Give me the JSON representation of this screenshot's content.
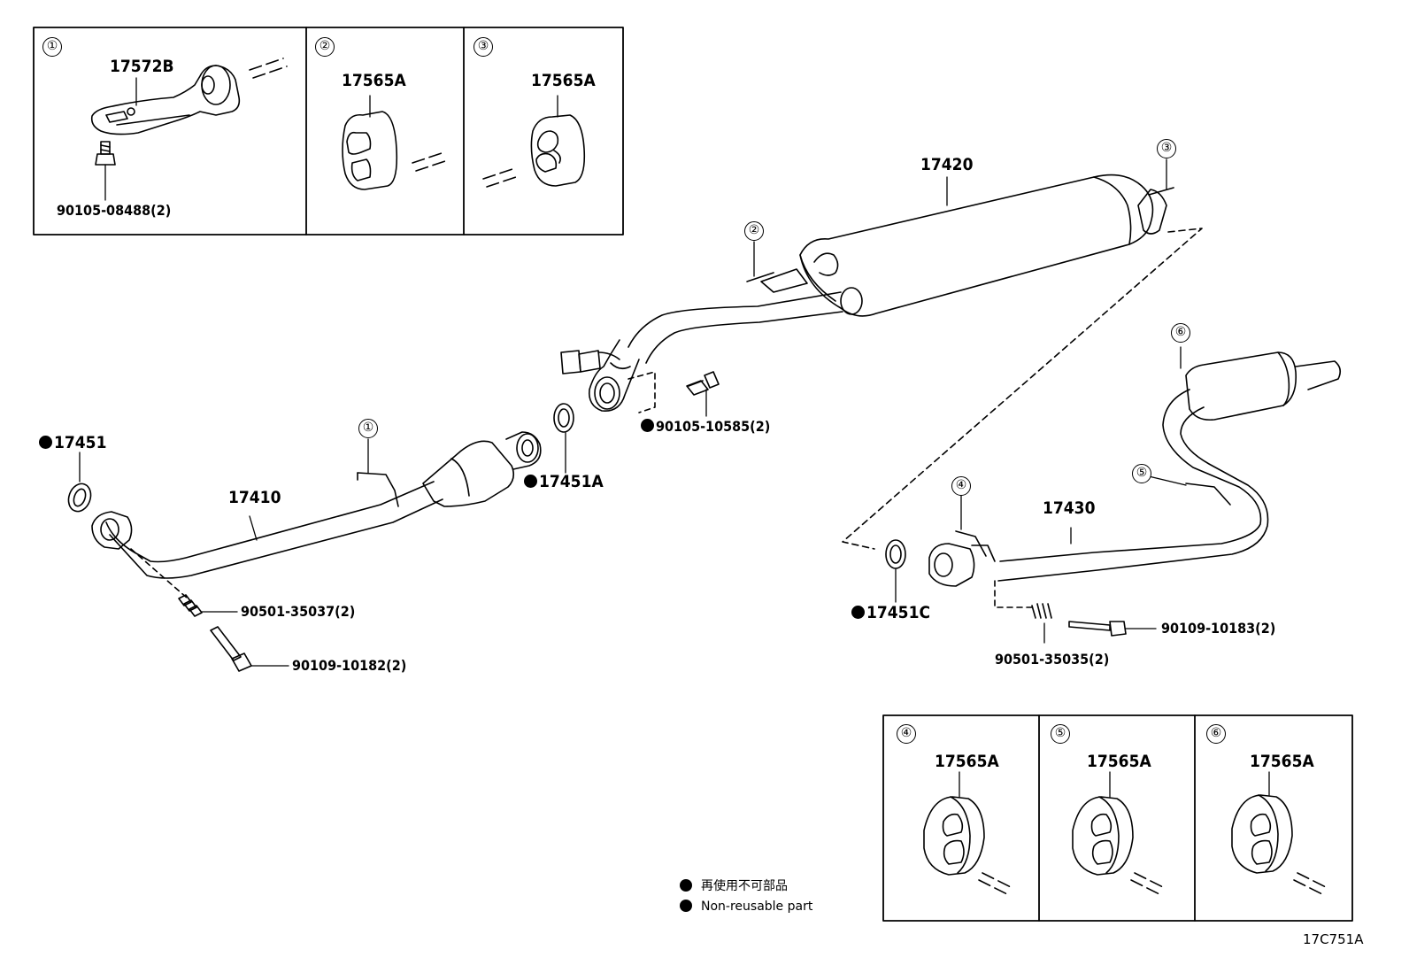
{
  "detail_boxes_top": [
    {
      "callout": "①",
      "part": "17572B",
      "sub": "90105-08488(2)"
    },
    {
      "callout": "②",
      "part": "17565A"
    },
    {
      "callout": "③",
      "part": "17565A"
    }
  ],
  "detail_boxes_bottom": [
    {
      "callout": "④",
      "part": "17565A"
    },
    {
      "callout": "⑤",
      "part": "17565A"
    },
    {
      "callout": "⑥",
      "part": "17565A"
    }
  ],
  "main": {
    "muffler_part": "17420",
    "front_pipe_part": "17410",
    "tail_pipe_part": "17430",
    "gasket_front": "17451",
    "gasket_mid": "17451A",
    "gasket_rear": "17451C",
    "bolt_mid": "90105-10585(2)",
    "spring_front": "90501-35037(2)",
    "bolt_front": "90109-10182(2)",
    "bolt_rear": "90109-10183(2)",
    "spring_rear": "90501-35035(2)",
    "callouts": {
      "c1": "①",
      "c2": "②",
      "c3": "③",
      "c4": "④",
      "c5": "⑤",
      "c6": "⑥"
    }
  },
  "legend": {
    "jp": "再使用不可部品",
    "en": "Non-reusable part"
  },
  "figure_code": "17C751A"
}
